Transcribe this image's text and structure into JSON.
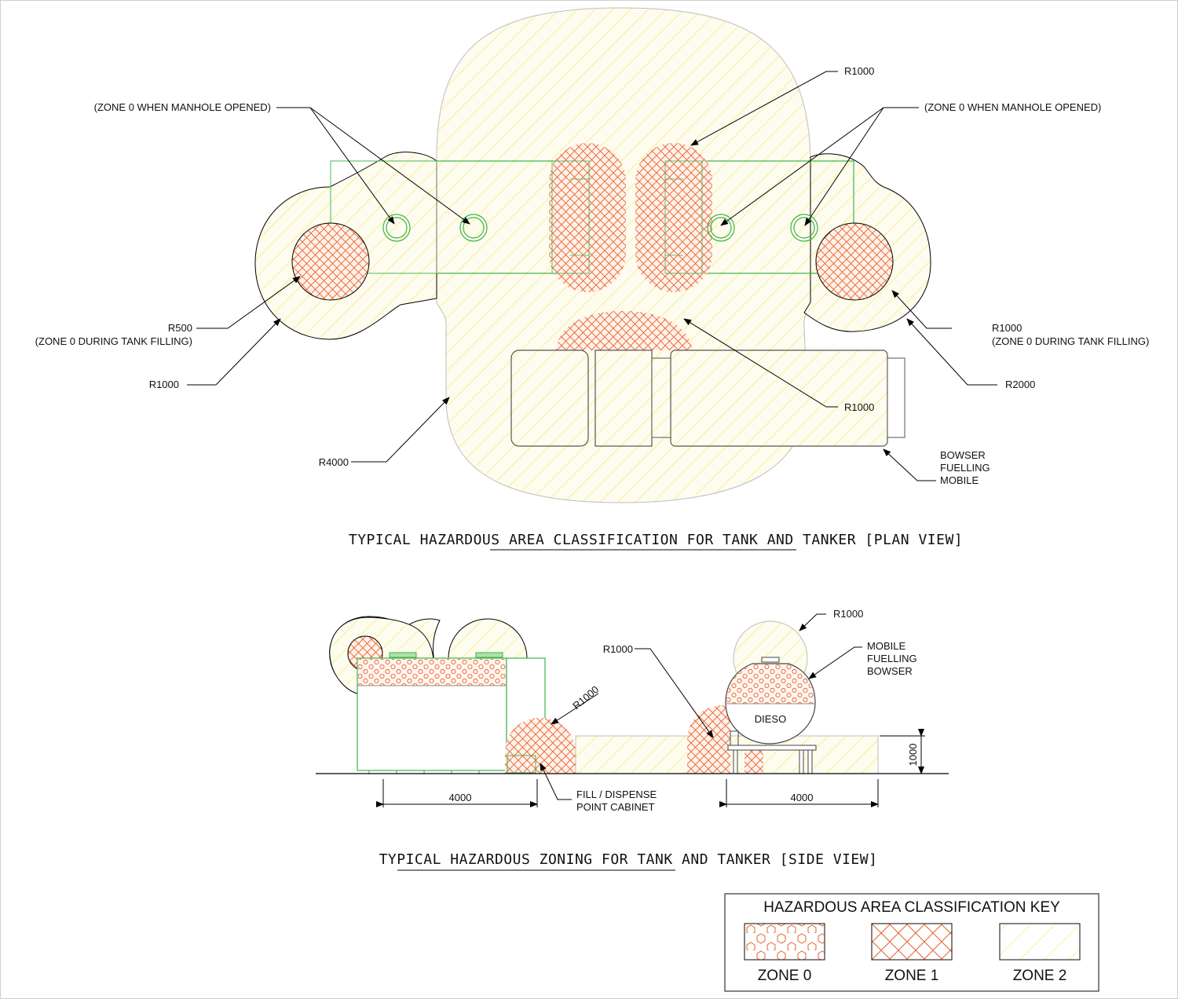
{
  "plan": {
    "title": "TYPICAL HAZARDOUS AREA CLASSIFICATION FOR TANK AND TANKER [PLAN VIEW]",
    "labels": {
      "manhole_left": "(ZONE 0 WHEN MANHOLE OPENED)",
      "manhole_right": "(ZONE 0 WHEN MANHOLE OPENED)",
      "r1000_top": "R1000",
      "r500_left": "R500",
      "zone0_filling_left": "(ZONE 0 DURING TANK FILLING)",
      "r1000_left": "R1000",
      "r4000": "R4000",
      "r1000_right": "R1000",
      "zone0_filling_right": "(ZONE 0 DURING TANK FILLING)",
      "r2000": "R2000",
      "r1000_bowser": "R1000",
      "bowser_line1": "BOWSER",
      "bowser_line2": "FUELLING",
      "bowser_line3": "MOBILE"
    }
  },
  "side": {
    "title": "TYPICAL HAZARDOUS ZONING FOR TANK AND TANKER [SIDE VIEW]",
    "labels": {
      "r1000_diag": "R1000",
      "r1000_mid": "R1000",
      "r1000_top": "R1000",
      "mobile_line1": "MOBILE",
      "mobile_line2": "FUELLING",
      "mobile_line3": "BOWSER",
      "dieso": "DIESO",
      "height_dim": "1000",
      "fill_line1": "FILL / DISPENSE",
      "fill_line2": "POINT CABINET",
      "dim_left": "4000",
      "dim_right": "4000"
    }
  },
  "key": {
    "title": "HAZARDOUS AREA CLASSIFICATION KEY",
    "items": [
      {
        "label": "ZONE 0"
      },
      {
        "label": "ZONE 1"
      },
      {
        "label": "ZONE 2"
      }
    ]
  },
  "colors": {
    "zone0": "#e8602c",
    "zone1": "#e8602c",
    "zone2": "#eeee77",
    "tank_outline": "#3cb34a"
  }
}
